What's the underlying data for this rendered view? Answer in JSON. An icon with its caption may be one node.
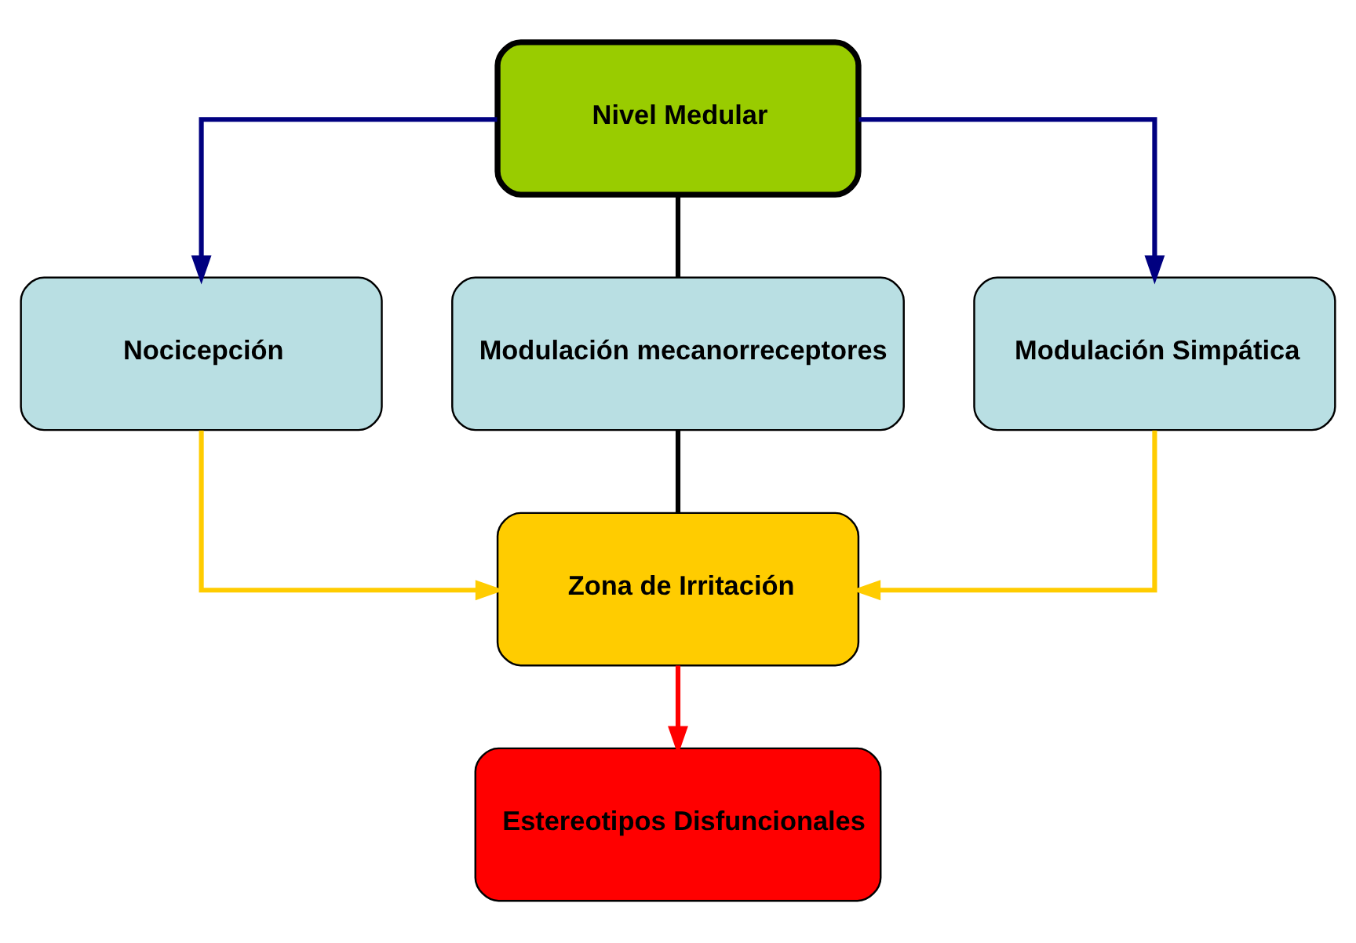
{
  "diagram": {
    "nodes": [
      {
        "text": [
          "Nivel Medular"
        ]
      },
      {
        "text": [
          "Nocicepción"
        ]
      },
      {
        "text": [
          "Modulación mecanorreceptores"
        ]
      },
      {
        "text": [
          "Modulación Simpática"
        ]
      },
      {
        "text": [
          "Zona de Irritación"
        ]
      },
      {
        "text": [
          "Estereotipos Disfuncionales"
        ]
      }
    ],
    "edges": [
      {
        "from": 0,
        "to": 1,
        "arrow": "to",
        "color": "#000080"
      },
      {
        "from": 0,
        "to": 2,
        "arrow": "none",
        "color": "#000000"
      },
      {
        "from": 0,
        "to": 3,
        "arrow": "to",
        "color": "#000080"
      },
      {
        "from": 2,
        "to": 4,
        "arrow": "none",
        "color": "#000000"
      },
      {
        "from": 1,
        "to": 4,
        "arrow": "to",
        "color": "#ffcc00"
      },
      {
        "from": 3,
        "to": 4,
        "arrow": "to",
        "color": "#ffcc00"
      },
      {
        "from": 4,
        "to": 5,
        "arrow": "to",
        "color": "#ff0000"
      }
    ]
  }
}
